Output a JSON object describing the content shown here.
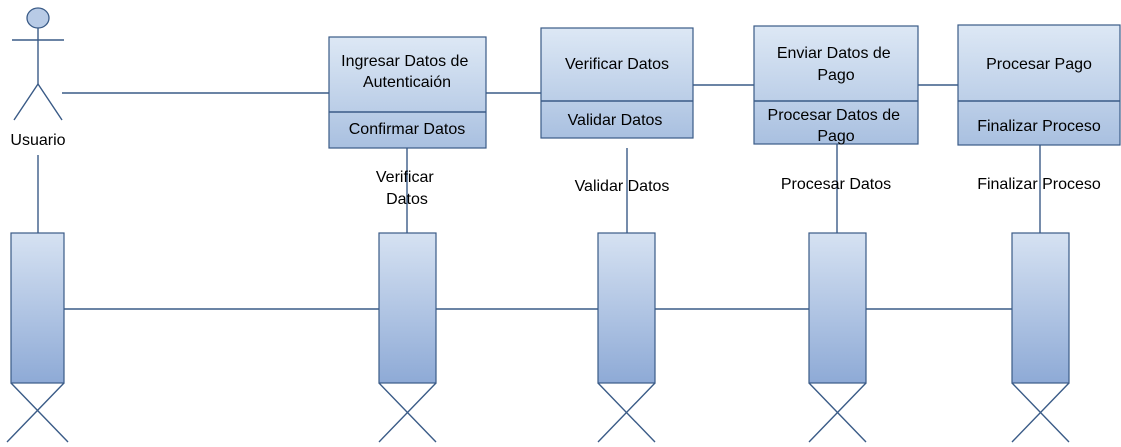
{
  "actor": {
    "name": "Usuario",
    "icon": "stick-figure-actor"
  },
  "objects": [
    {
      "title_lines": [
        "Ingresar Datos de",
        "Autenticaión"
      ],
      "operation_lines": [
        "Confirmar Datos"
      ]
    },
    {
      "title_lines": [
        "Verificar Datos"
      ],
      "operation_lines": [
        "Validar Datos"
      ]
    },
    {
      "title_lines": [
        "Enviar Datos de",
        "Pago"
      ],
      "operation_lines": [
        "Procesar Datos de",
        "Pago"
      ]
    },
    {
      "title_lines": [
        "Procesar Pago"
      ],
      "operation_lines": [
        "Finalizar Proceso"
      ]
    }
  ],
  "lifeline_labels": [
    {
      "lines": [
        "Verificar",
        "Datos"
      ]
    },
    {
      "lines": [
        "Validar Datos"
      ]
    },
    {
      "lines": [
        "Procesar Datos"
      ]
    },
    {
      "lines": [
        "Finalizar Proceso"
      ]
    }
  ],
  "colors": {
    "line": "#3a5b87",
    "box_top": "#dde8f5",
    "box_bottom": "#a9c0e0",
    "bar_top": "#d6e2f2",
    "bar_bottom": "#8eaad6",
    "actor_head": "#b8cbe6"
  }
}
